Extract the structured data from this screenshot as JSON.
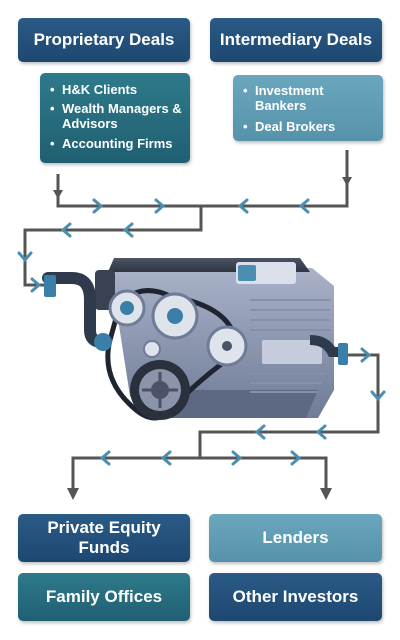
{
  "sources": {
    "proprietary": {
      "title": "Proprietary Deals",
      "items": [
        "H&K Clients",
        "Wealth Managers & Advisors",
        "Accounting Firms"
      ]
    },
    "intermediary": {
      "title": "Intermediary Deals",
      "items": [
        "Investment Bankers",
        "Deal Brokers"
      ]
    }
  },
  "destinations": {
    "private_equity": "Private Equity Funds",
    "lenders": "Lenders",
    "family_offices": "Family Offices",
    "other_investors": "Other Investors"
  },
  "colors": {
    "navy": "#1d4770",
    "teal": "#205f72",
    "light_blue": "#5f9db5",
    "arrow": "#555555",
    "arrow_head": "#4a8fb0"
  },
  "illustration": "engine-icon"
}
